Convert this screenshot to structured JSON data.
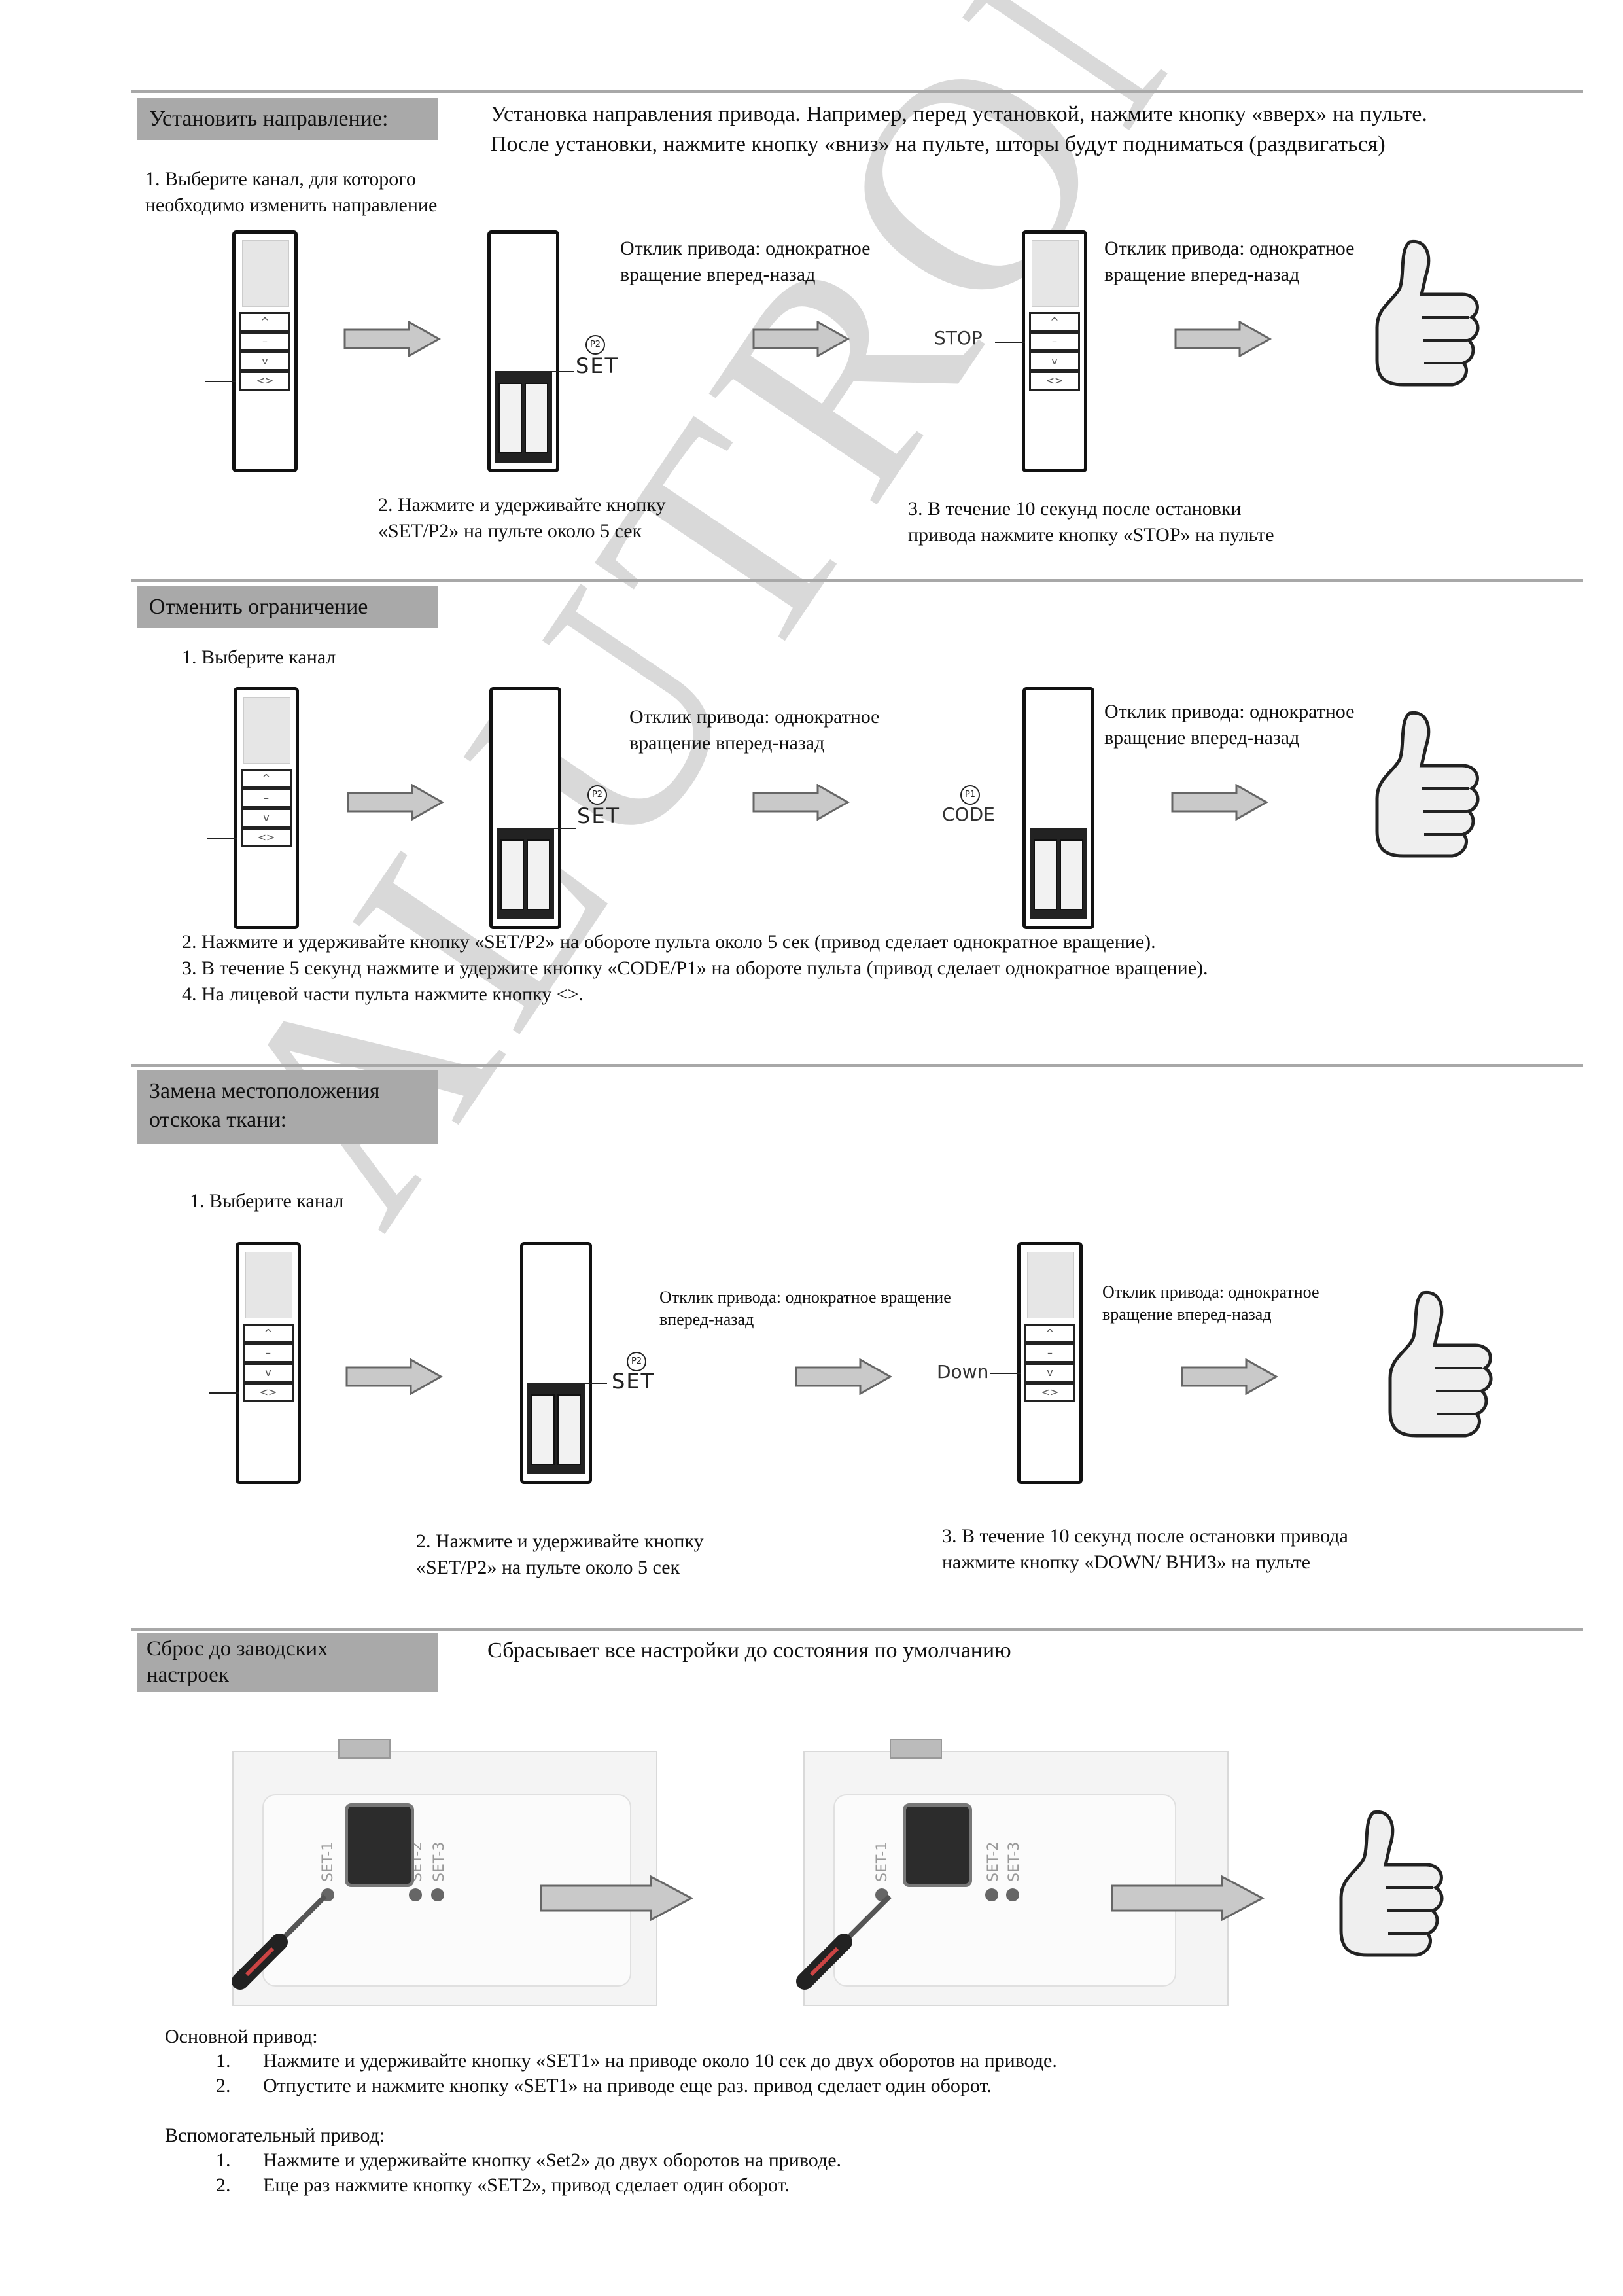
{
  "watermark": "ALUTRON",
  "section1": {
    "label": "Установить направление:",
    "intro_line1": "Установка направления привода. Например, перед установкой, нажмите кнопку «вверх» на пульте.",
    "intro_line2": "После установки, нажмите кнопку «вниз» на пульте, шторы будут подниматься (раздвигаться)",
    "step1": "1. Выберите канал, для которого\nнеобходимо изменить направление",
    "response_a": "Отклик привода: однократное\nвращение вперед-назад",
    "response_b": "Отклик привода: однократное\nвращение вперед-назад",
    "step2": "2. Нажмите и удерживайте кнопку\n«SET/P2» на пульте около 5 сек",
    "step3": "3. В течение 10 секунд после остановки\nпривода нажмите кнопку «STOP» на пульте",
    "set_tag": "SET",
    "p2": "P2",
    "stop_tag": "STOP"
  },
  "section2": {
    "label": "Отменить ограничение",
    "step1": "1. Выберите канал",
    "response_a": "Отклик привода: однократное\nвращение вперед-назад",
    "response_b": "Отклик привода: однократное\nвращение вперед-назад",
    "set_tag": "SET",
    "code_tag": "CODE",
    "p2": "P2",
    "p1": "P1",
    "steps": [
      "2. Нажмите и удерживайте кнопку «SET/P2» на обороте пульта около 5 сек (привод сделает однократное вращение).",
      "3. В течение 5 секунд нажмите и удержите кнопку «CODE/P1» на обороте пульта (привод сделает однократное вращение).",
      "4. На лицевой части пульта нажмите кнопку <>."
    ]
  },
  "section3": {
    "label": "Замена местоположения\nотскока ткани:",
    "step1": "1. Выберите канал",
    "response_a": "Отклик привода: однократное вращение\nвперед-назад",
    "response_b": "Отклик привода: однократное\nвращение вперед-назад",
    "step2": "2. Нажмите и удерживайте кнопку\n«SET/P2» на пульте около 5 сек",
    "step3": "3. В течение 10 секунд после остановки привода\nнажмите кнопку «DOWN/ ВНИЗ» на пульте",
    "set_tag": "SET",
    "p2": "P2",
    "down_tag": "Down"
  },
  "section4": {
    "label": "Сброс до заводских\nнастроек",
    "intro": "Сбрасывает все настройки до состояния по умолчанию",
    "panel_labels": [
      "SET-1",
      "SET-2",
      "SET-3"
    ],
    "main_title": "Основной привод:",
    "main_steps": [
      "Нажмите и удерживайте кнопку «SET1» на приводе около 10 сек до двух оборотов на приводе.",
      "Отпустите и нажмите кнопку «SET1» на приводе еще раз. привод сделает один оборот."
    ],
    "aux_title": "Вспомогательный привод:",
    "aux_steps": [
      "Нажмите и удерживайте кнопку «Set2» до двух оборотов на приводе.",
      "Еще раз нажмите кнопку «SET2», привод сделает один оборот."
    ],
    "numbers": [
      "1.",
      "2."
    ]
  },
  "remote_symbols": {
    "up": "^",
    "stop": "–",
    "down": "v",
    "lr": "<>"
  }
}
